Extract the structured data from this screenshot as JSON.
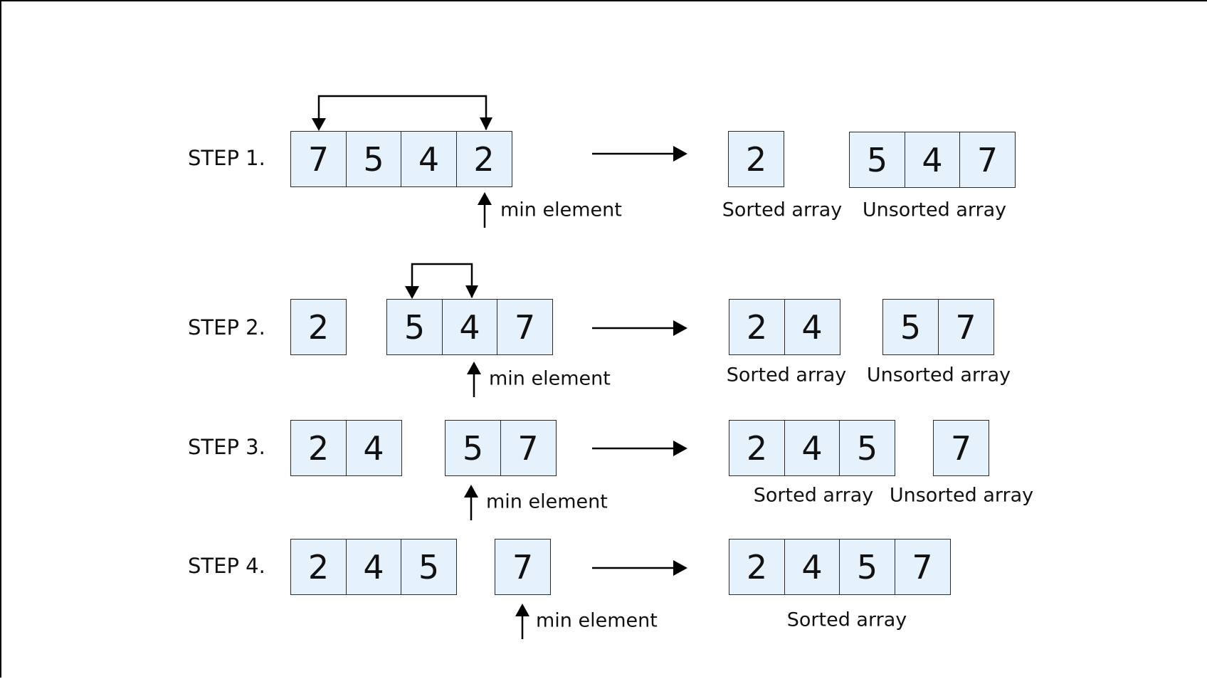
{
  "steps": [
    {
      "label": "STEP 1.",
      "before": [
        [
          "7",
          "5",
          "4",
          "2"
        ]
      ],
      "min_label": "min element",
      "sorted": [
        "2"
      ],
      "unsorted": [
        "5",
        "4",
        "7"
      ],
      "sorted_caption": "Sorted array",
      "unsorted_caption": "Unsorted array",
      "swap": true
    },
    {
      "label": "STEP 2.",
      "before": [
        [
          "2"
        ],
        [
          "5",
          "4",
          "7"
        ]
      ],
      "min_label": "min element",
      "sorted": [
        "2",
        "4"
      ],
      "unsorted": [
        "5",
        "7"
      ],
      "sorted_caption": "Sorted array",
      "unsorted_caption": "Unsorted array",
      "swap": true
    },
    {
      "label": "STEP 3.",
      "before": [
        [
          "2",
          "4"
        ],
        [
          "5",
          "7"
        ]
      ],
      "min_label": "min element",
      "sorted": [
        "2",
        "4",
        "5"
      ],
      "unsorted": [
        "7"
      ],
      "sorted_caption": "Sorted array",
      "unsorted_caption": "Unsorted array",
      "swap": false
    },
    {
      "label": "STEP 4.",
      "before": [
        [
          "2",
          "4",
          "5"
        ],
        [
          "7"
        ]
      ],
      "min_label": "min element",
      "sorted": [
        "2",
        "4",
        "5",
        "7"
      ],
      "unsorted": [],
      "sorted_caption": "Sorted array",
      "swap": false
    }
  ],
  "colors": {
    "cell_fill": "#e6f2fb",
    "cell_border": "#2b2b2b",
    "text": "#111111",
    "arrow": "#000000"
  }
}
